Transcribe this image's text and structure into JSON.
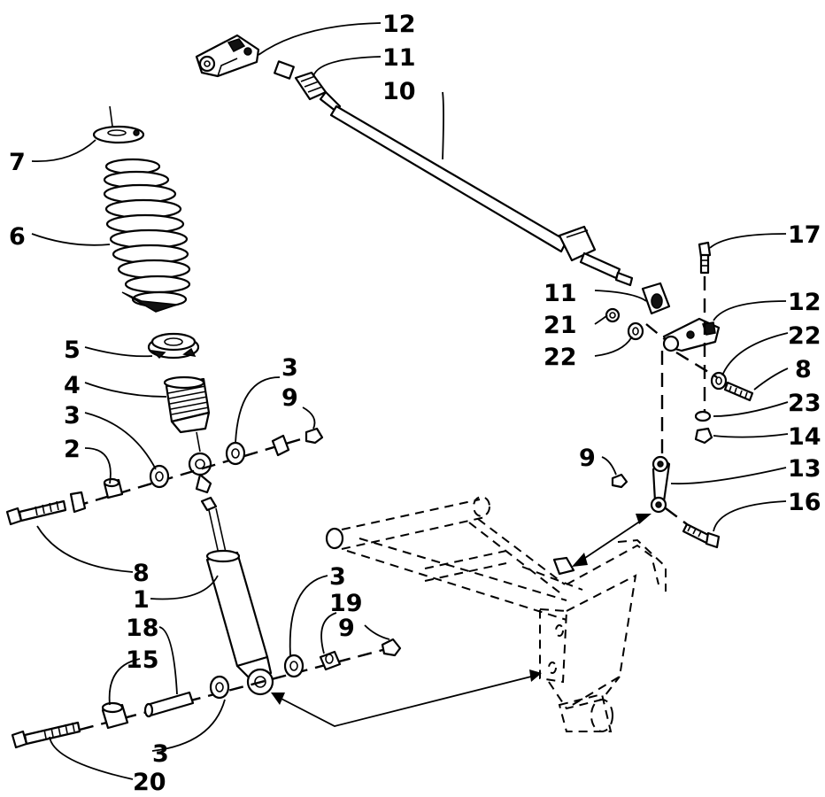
{
  "diagram": {
    "callouts": {
      "c1": "1",
      "c2": "2",
      "c3a": "3",
      "c3b": "3",
      "c3c": "3",
      "c3d": "3",
      "c4": "4",
      "c5": "5",
      "c6": "6",
      "c7": "7",
      "c8a": "8",
      "c8b": "8",
      "c9a": "9",
      "c9b": "9",
      "c9c": "9",
      "c10": "10",
      "c11a": "11",
      "c11b": "11",
      "c12a": "12",
      "c12b": "12",
      "c13": "13",
      "c14": "14",
      "c15": "15",
      "c16": "16",
      "c17": "17",
      "c18": "18",
      "c19": "19",
      "c20": "20",
      "c21": "21",
      "c22a": "22",
      "c22b": "22",
      "c23": "23"
    }
  }
}
